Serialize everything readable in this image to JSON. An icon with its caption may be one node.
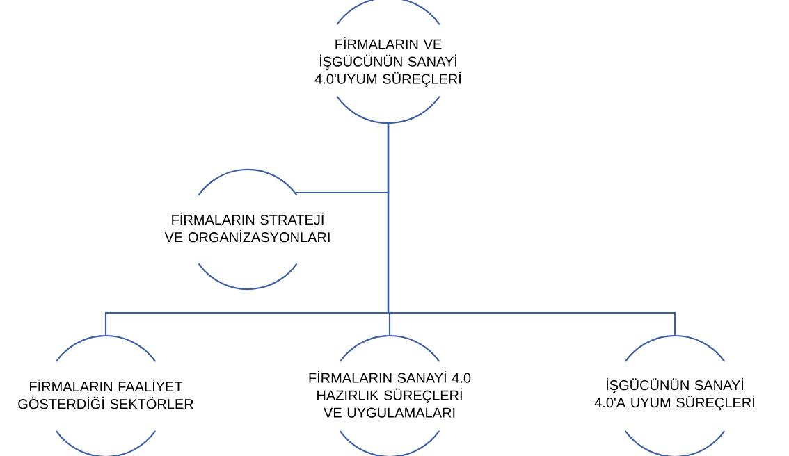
{
  "diagram": {
    "nodes": [
      {
        "text": [
          "FİRMALARIN VE İŞGÜCÜNÜN SANAYİ 4.0'UYUM SÜREÇLERİ"
        ]
      },
      {
        "text": [
          "FİRMALARIN STRATEJİ VE ORGANİZASYONLARI"
        ]
      },
      {
        "text": [
          "FİRMALARIN FAALİYET GÖSTERDİĞİ SEKTÖRLER"
        ]
      },
      {
        "text": [
          "FİRMALARIN SANAYİ 4.0 HAZIRLIK SÜREÇLERİ VE UYGULAMALARI"
        ]
      },
      {
        "text": [
          "İŞGÜCÜNÜN SANAYİ 4.0'A UYUM SÜREÇLERİ"
        ]
      }
    ],
    "edges": [
      {
        "from": 0,
        "to": 1,
        "arrow": "none"
      },
      {
        "from": 0,
        "to": 2,
        "arrow": "none"
      },
      {
        "from": 0,
        "to": 3,
        "arrow": "none"
      },
      {
        "from": 0,
        "to": 4,
        "arrow": "none"
      }
    ]
  }
}
